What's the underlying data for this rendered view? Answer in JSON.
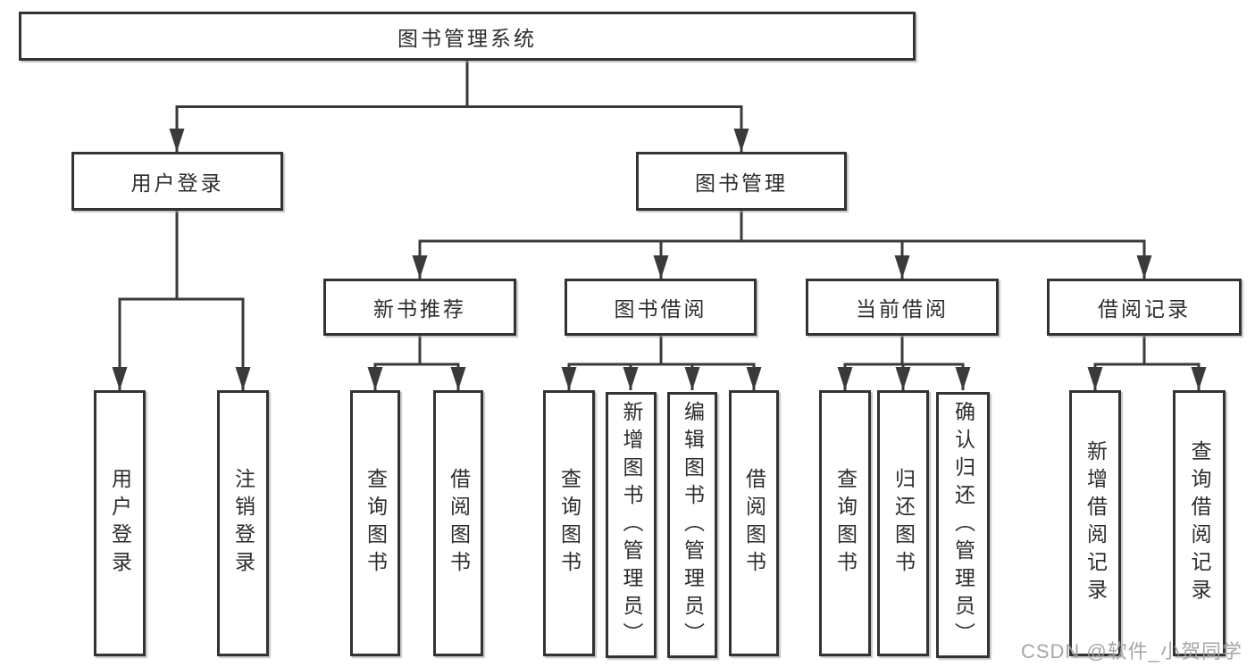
{
  "tree": {
    "label": "图书管理系统",
    "children": [
      {
        "label": "用户登录",
        "children": [
          {
            "label": "用户登录"
          },
          {
            "label": "注销登录"
          }
        ]
      },
      {
        "label": "图书管理",
        "children": [
          {
            "label": "新书推荐",
            "children": [
              {
                "label": "查询图书"
              },
              {
                "label": "借阅图书"
              }
            ]
          },
          {
            "label": "图书借阅",
            "children": [
              {
                "label": "查询图书"
              },
              {
                "label": "新增图书（管理员）"
              },
              {
                "label": "编辑图书（管理员）"
              },
              {
                "label": "借阅图书"
              }
            ]
          },
          {
            "label": "当前借阅",
            "children": [
              {
                "label": "查询图书"
              },
              {
                "label": "归还图书"
              },
              {
                "label": "确认归还（管理员）"
              }
            ]
          },
          {
            "label": "借阅记录",
            "children": [
              {
                "label": "新增借阅记录"
              },
              {
                "label": "查询借阅记录"
              }
            ]
          }
        ]
      }
    ]
  },
  "watermark": "CSDN @软件_小贺同学",
  "colors": {
    "line": "#3a3a3a",
    "box_border": "#333333",
    "box_background": "#ffffff",
    "text": "#2d2d2d",
    "watermark": "#9e9e9e",
    "page_background": "#ffffff"
  }
}
